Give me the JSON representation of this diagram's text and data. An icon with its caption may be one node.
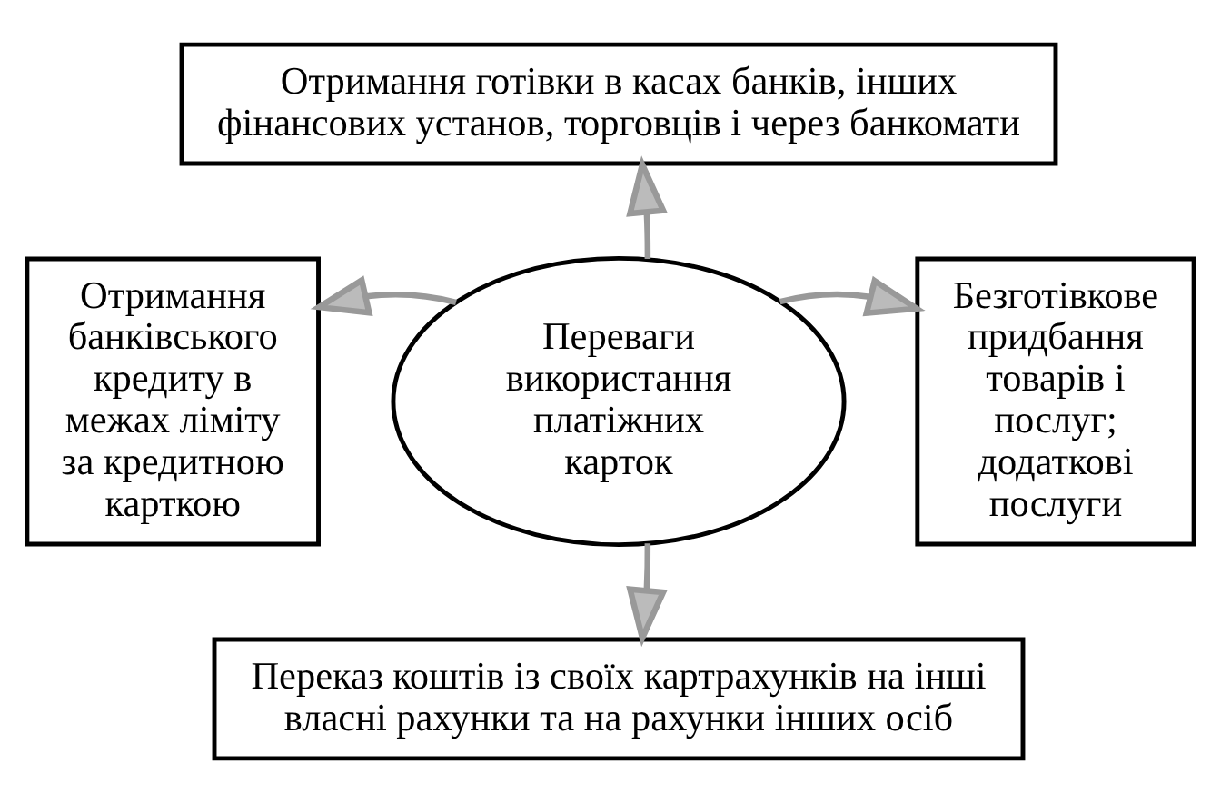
{
  "diagram": {
    "nodes": [
      {
        "text": [
          "Отримання готівки в касах банків, інших фінансових установ, торговців і через банкомати"
        ]
      },
      {
        "text": [
          "Отримання банківського кредиту в межах ліміту за кредитною карткою"
        ]
      },
      {
        "text": [
          "Переваги використання платіжних карток"
        ]
      },
      {
        "text": [
          "Безготівкове придбання товарів і послуг; додаткові послуги"
        ]
      },
      {
        "text": [
          "Переказ коштів із своїх картрахунків на інші власні рахунки та на рахунки інших осіб"
        ]
      }
    ],
    "edges": [
      {
        "from": 2,
        "to": 0,
        "arrow": "to"
      },
      {
        "from": 2,
        "to": 1,
        "arrow": "to"
      },
      {
        "from": 2,
        "to": 3,
        "arrow": "to"
      },
      {
        "from": 2,
        "to": 4,
        "arrow": "to"
      }
    ]
  }
}
